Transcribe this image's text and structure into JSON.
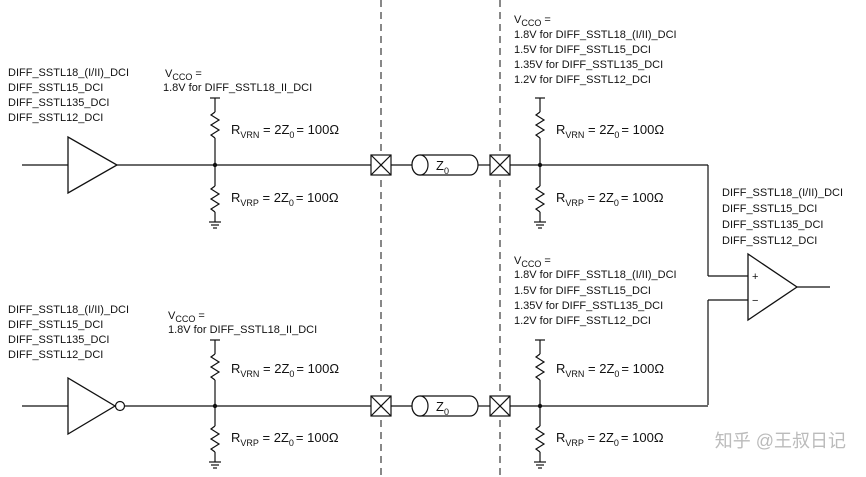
{
  "top_driver_standards": [
    "DIFF_SSTL18_(I/II)_DCI",
    "DIFF_SSTL15_DCI",
    "DIFF_SSTL135_DCI",
    "DIFF_SSTL12_DCI"
  ],
  "bottom_driver_standards": [
    "DIFF_SSTL18_(I/II)_DCI",
    "DIFF_SSTL15_DCI",
    "DIFF_SSTL135_DCI",
    "DIFF_SSTL12_DCI"
  ],
  "receiver_standards": [
    "DIFF_SSTL18_(I/II)_DCI",
    "DIFF_SSTL15_DCI",
    "DIFF_SSTL135_DCI",
    "DIFF_SSTL12_DCI"
  ],
  "vcco_prefix": "V",
  "vcco_sub": "CCO",
  "vcco_suffix": " =",
  "driver_vcco_note": "1.8V for DIFF_SSTL18_II_DCI",
  "receiver_vcco_notes": [
    "1.8V for DIFF_SSTL18_(I/II)_DCI",
    "1.5V for DIFF_SSTL15_DCI",
    "1.35V for DIFF_SSTL135_DCI",
    "1.2V for DIFF_SSTL12_DCI"
  ],
  "resistors": {
    "r_prefix": "R",
    "vrn_sub": "VRN",
    "vrp_sub": "VRP",
    "eq": " = 2Z",
    "z_sub": "0",
    "value": "= 100Ω"
  },
  "tline": {
    "z": "Z",
    "sub": "0"
  },
  "comparator": {
    "plus": "+",
    "minus": "−"
  },
  "watermark": "知乎 @王叔日记"
}
